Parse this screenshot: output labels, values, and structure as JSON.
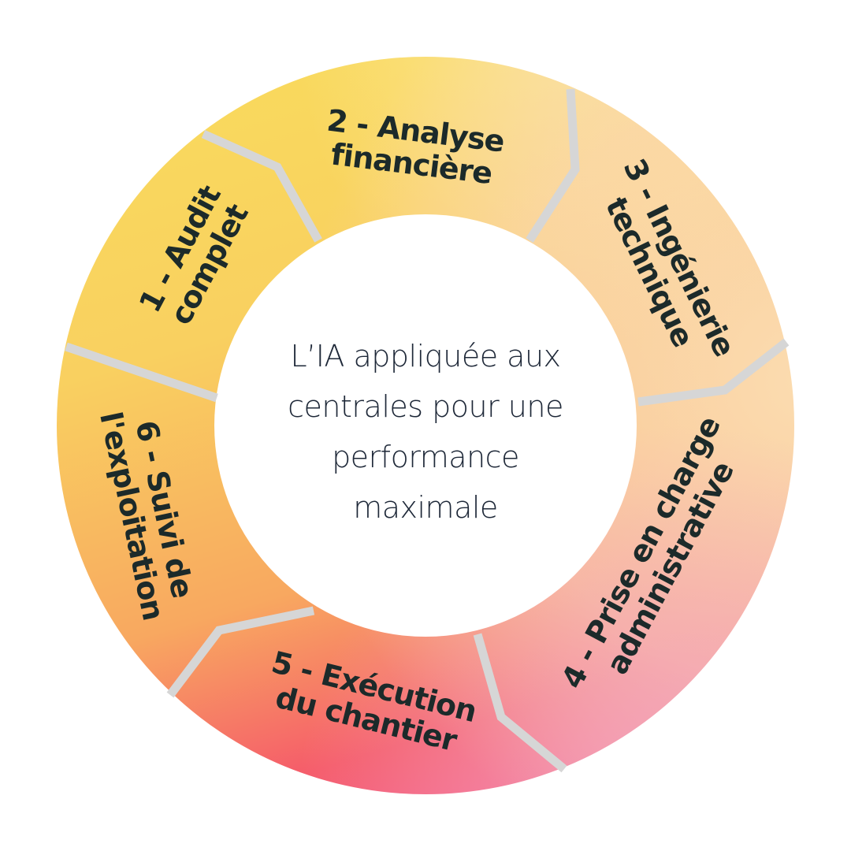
{
  "center": {
    "lines": [
      "L’IA appliquée aux",
      "centrales pour une",
      "performance",
      "maximale"
    ]
  },
  "segments": [
    {
      "lines": [
        "1 - Audit",
        "complet"
      ]
    },
    {
      "lines": [
        "2 - Analyse",
        "financière"
      ]
    },
    {
      "lines": [
        "3 - Ingénierie",
        "technique"
      ]
    },
    {
      "lines": [
        "4 - Prise en charge",
        "administrative"
      ]
    },
    {
      "lines": [
        "5 - Exécution",
        "du chantier"
      ]
    },
    {
      "lines": [
        "6 - Suivi de",
        "l'exploitation"
      ]
    }
  ],
  "colors": {
    "yellow": "#f9dc5c",
    "peach": "#fbd9a6",
    "pink": "#f5a3b5",
    "red": "#f5576c",
    "orange": "#f8b45a",
    "divider": "#d6d6d6",
    "text": "#1c2a2a"
  }
}
